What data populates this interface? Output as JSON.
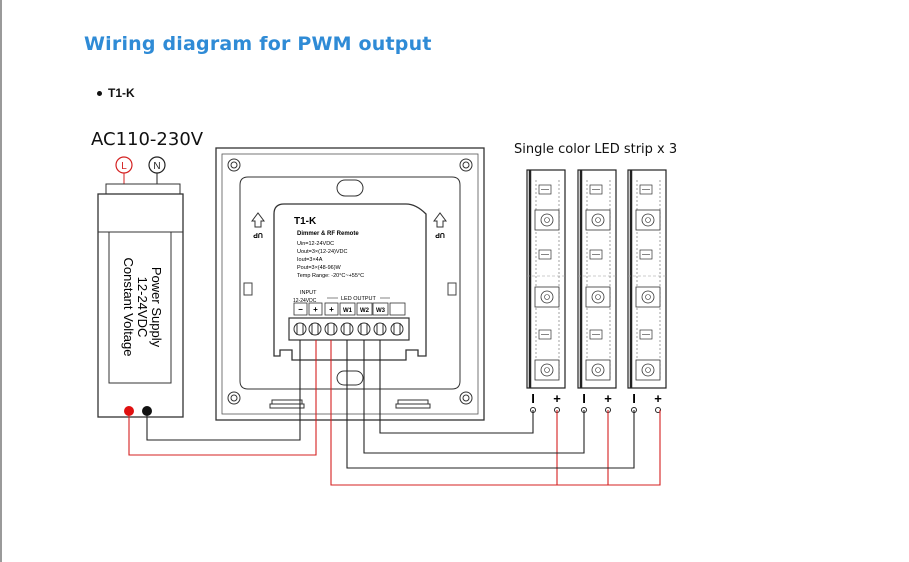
{
  "title": "Wiring diagram for PWM output",
  "model": "T1-K",
  "supply": {
    "ac_label": "AC110-230V",
    "terminal_l": "L",
    "terminal_n": "N",
    "lines": [
      "Power Supply",
      "12-24VDC",
      "Constant Voltage"
    ]
  },
  "controller": {
    "name": "T1-K",
    "subtitle": "Dimmer & RF Remote",
    "specs": [
      "Uin=12-24VDC",
      "Uout=3×(12-24)VDC",
      "Iout=3×4A",
      "Pout=3×(48-96)W",
      "Temp Range: -20°C~+55°C"
    ],
    "input_label": "INPUT",
    "input_voltage": "12-24VDC",
    "output_label": "LED OUTPUT",
    "terminals": [
      "−",
      "+",
      "+",
      "W1",
      "W2",
      "W3"
    ],
    "up_label": "UP"
  },
  "strips": {
    "title": "Single color LED strip x 3",
    "minus": "I",
    "plus": "+"
  },
  "colors": {
    "title": "#2f8bd6",
    "positive_wire": "#d42020",
    "negative_wire": "#222222",
    "positive_dot": "#e01010"
  }
}
